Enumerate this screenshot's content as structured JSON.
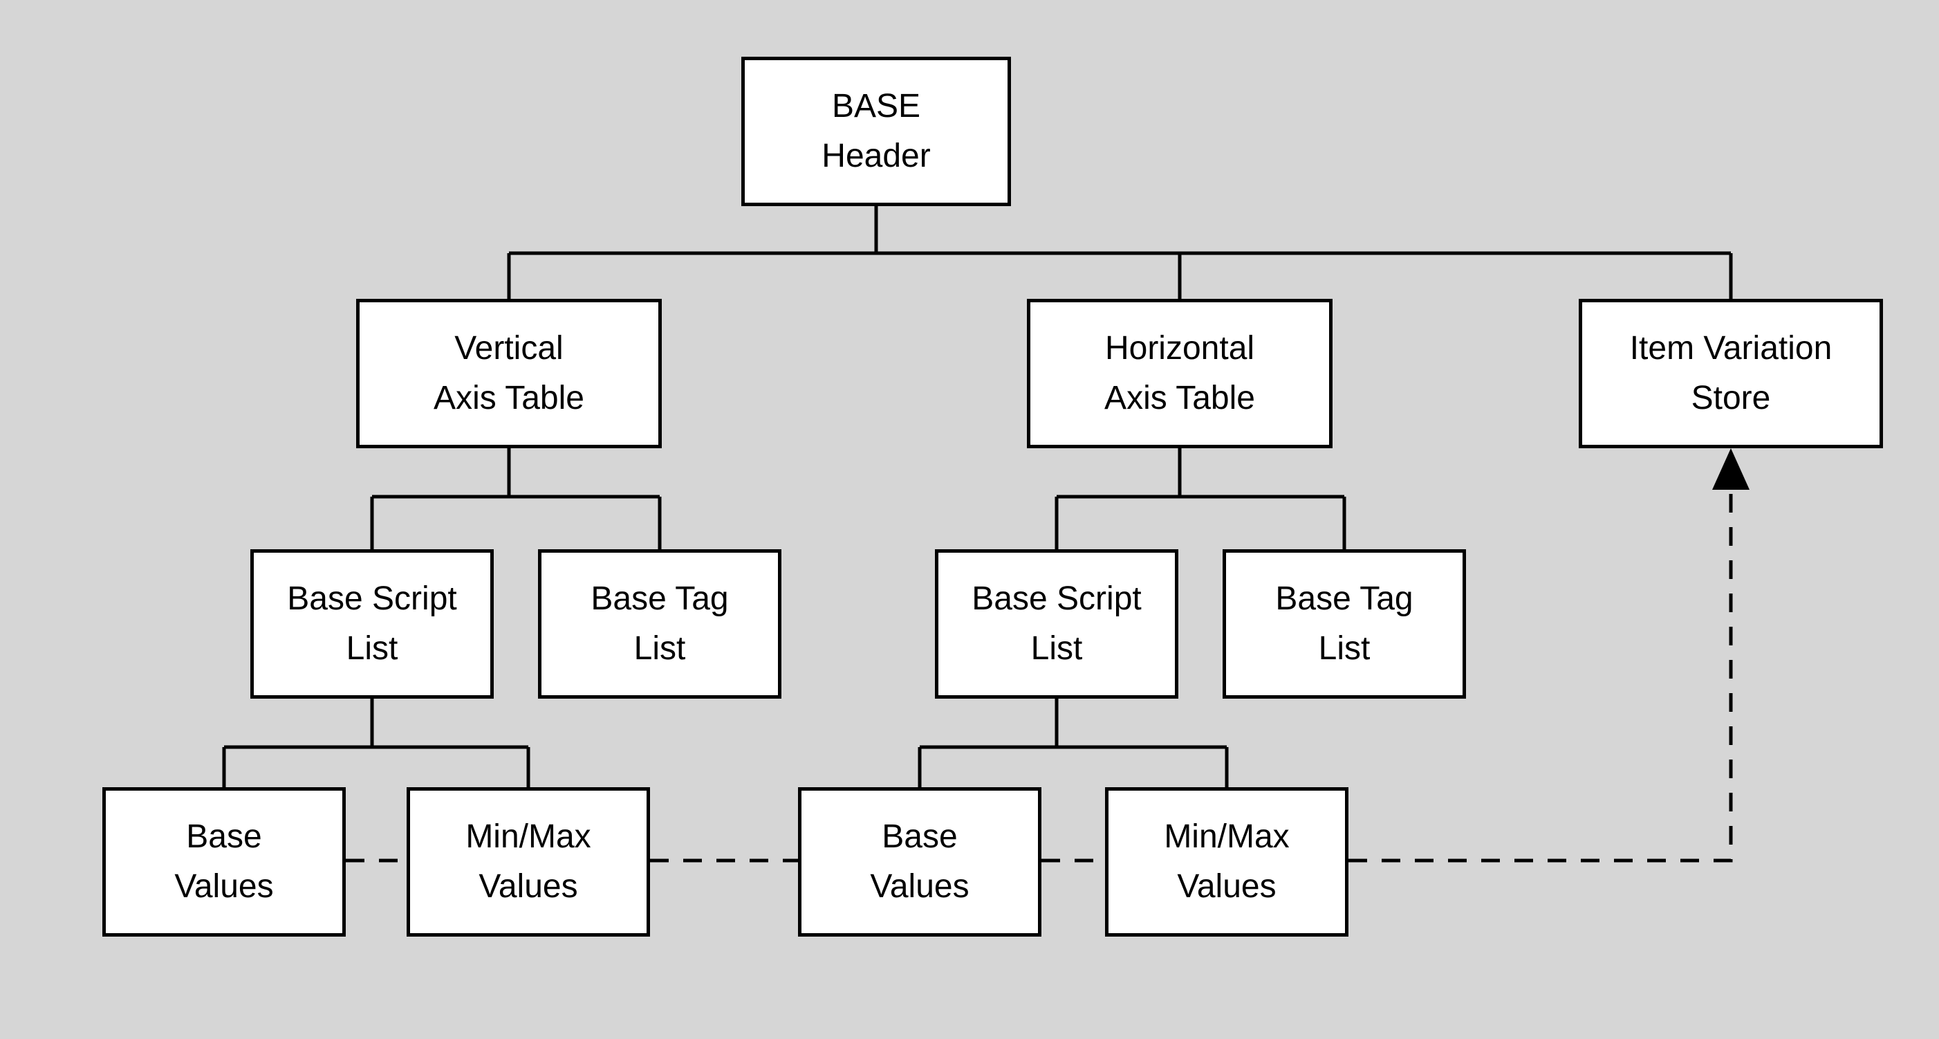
{
  "diagram": {
    "title": "BASE table structure diagram",
    "background_color": "#d6d6d6",
    "box_fill_color": "#ffffff",
    "line_color": "#000000",
    "nodes": {
      "base_header": {
        "label": "BASE\nHeader"
      },
      "vertical_axis_table": {
        "label": "Vertical\nAxis Table"
      },
      "horizontal_axis_table": {
        "label": "Horizontal\nAxis Table"
      },
      "item_variation_store": {
        "label": "Item Variation\nStore"
      },
      "base_script_list_vertical": {
        "label": "Base Script\nList"
      },
      "base_tag_list_vertical": {
        "label": "Base Tag\nList"
      },
      "base_script_list_horizontal": {
        "label": "Base Script\nList"
      },
      "base_tag_list_horizontal": {
        "label": "Base Tag\nList"
      },
      "base_values_vertical": {
        "label": "Base\nValues"
      },
      "minmax_values_vertical": {
        "label": "Min/Max\nValues"
      },
      "base_values_horizontal": {
        "label": "Base\nValues"
      },
      "minmax_values_horizontal": {
        "label": "Min/Max\nValues"
      }
    }
  }
}
